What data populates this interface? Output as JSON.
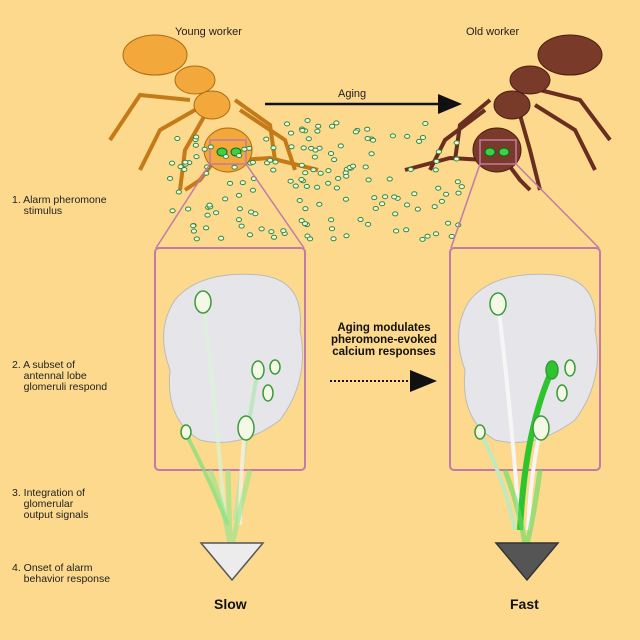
{
  "labels": {
    "young": "Young worker",
    "old": "Old worker",
    "aging": "Aging",
    "center": "Aging modulates\npheromone-evoked\ncalcium responses",
    "slow": "Slow",
    "fast": "Fast"
  },
  "steps": [
    "1. Alarm pheromone\n    stimulus",
    "2. A subset of\n    antennal lobe\n    glomeruli respond",
    "3. Integration of\n    glomerular\n    output signals",
    "4. Onset of alarm\n    behavior response"
  ],
  "colors": {
    "background": "#fcd98c",
    "young_ant": "#f2a83a",
    "old_ant": "#7a3a2a",
    "box": "#c27aa8",
    "green": "#3ed13e"
  }
}
